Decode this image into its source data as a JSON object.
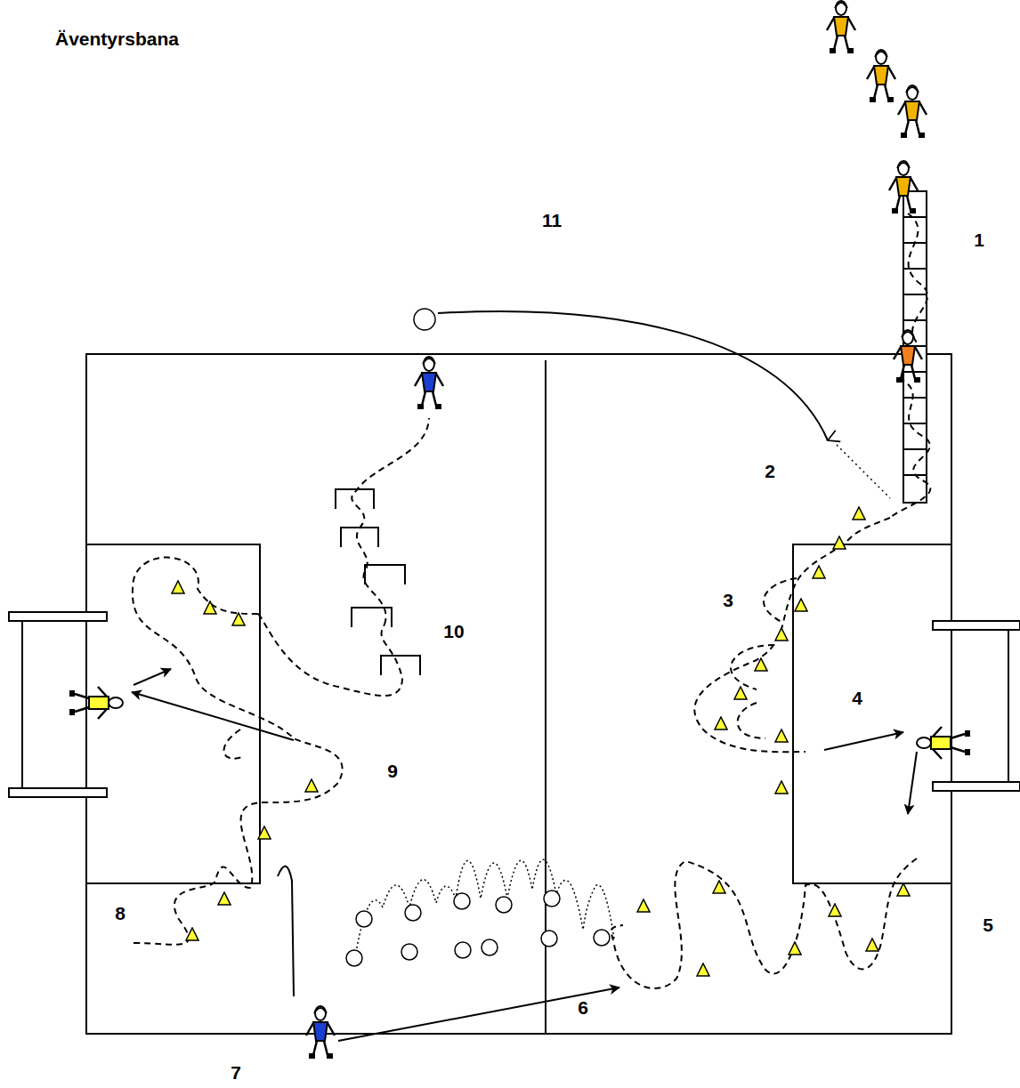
{
  "diagram": {
    "title": "Äventyrsbana",
    "labels": [
      "11",
      "1",
      "2",
      "3",
      "10",
      "4",
      "9",
      "8",
      "5",
      "6",
      "7"
    ]
  }
}
